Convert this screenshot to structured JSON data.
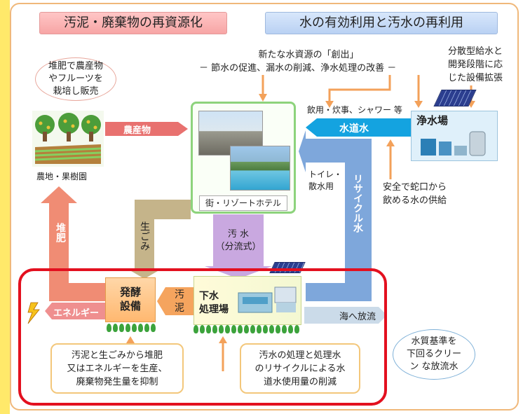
{
  "headers": {
    "left": "汚泥・廃棄物の再資源化",
    "right": "水の有効利用と汚水の再利用"
  },
  "top_center": {
    "line1": "新たな水資源の「創出」",
    "line2": "－ 節水の促進、漏水の削減、浄水処理の改善 －"
  },
  "top_right": {
    "line1": "分散型給水と",
    "line2": "開発段階に応",
    "line3": "じた設備拡張"
  },
  "bubble_farm": {
    "line1": "堆肥で農産物",
    "line2": "やフルーツを",
    "line3": "栽培し販売"
  },
  "farm_label": "農地・果樹園",
  "produce_label": "農産物",
  "hotel_label": "街・リゾートホテル",
  "uses_label": "飲用・炊事、シャワー 等",
  "tap_water_label": "水道水",
  "water_plant_label": "浄水場",
  "toilet_label": {
    "line1": "トイレ・",
    "line2": "散水用"
  },
  "safe_water": {
    "line1": "安全で蛇口から",
    "line2": "飲める水の供給"
  },
  "recycle_label": "リサイクル水",
  "food_waste_label": "生ごみ",
  "sewage_label": {
    "line1": "汚 水",
    "line2": "（分流式）"
  },
  "compost_label": "堆肥",
  "energy_label": "エネルギー",
  "ferm_label": {
    "line1": "発酵",
    "line2": "設備"
  },
  "sludge_label": {
    "line1": "汚",
    "line2": "泥"
  },
  "sewage_plant_label": {
    "line1": "下水",
    "line2": "処理場"
  },
  "sea_label": "海へ放流",
  "bubble_quality": {
    "line1": "水質基準を",
    "line2": "下回るクリー",
    "line3": "ン な放流水"
  },
  "note_left": {
    "line1": "汚泥と生ごみから堆肥",
    "line2": "又はエネルギーを生産、",
    "line3": "廃棄物発生量を抑制"
  },
  "note_right": {
    "line1": "汚水の処理と処理水",
    "line2": "のリサイクルによる水",
    "line3": "道水使用量の削減"
  },
  "colors": {
    "red_frame": "#e3101f",
    "produce_arrow": "#e8716f",
    "tap_water": "#14a3e0",
    "recycle": "#6d9ed6",
    "food_waste": "#c5b48a",
    "sewage": "#c9a8e0",
    "compost": "#f08c74",
    "energy": "#ef8f8f",
    "sludge": "#f5a45e"
  }
}
